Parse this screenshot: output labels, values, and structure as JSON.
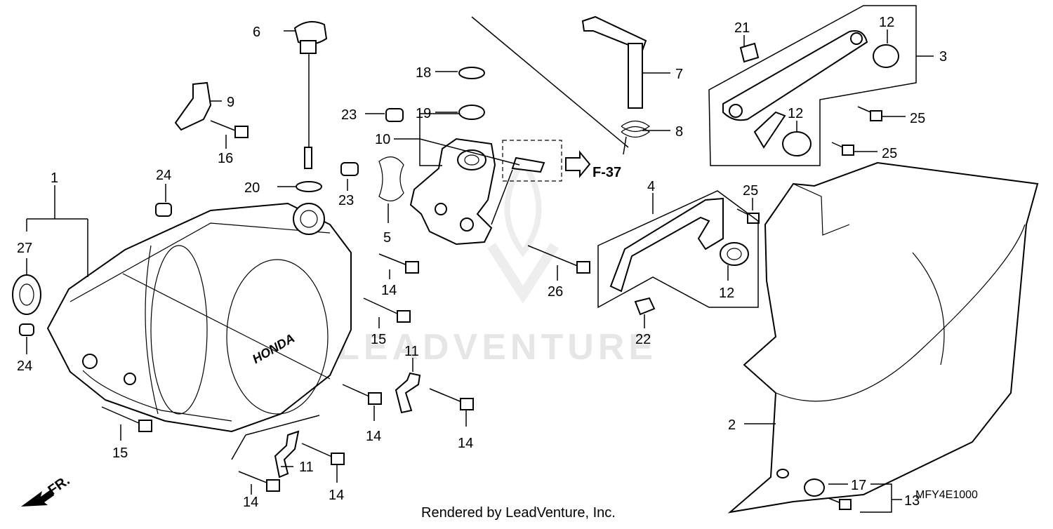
{
  "labels": [
    "1",
    "2",
    "3",
    "4",
    "5",
    "6",
    "7",
    "8",
    "9",
    "10",
    "11",
    "11",
    "12",
    "12",
    "12",
    "12",
    "13",
    "14",
    "14",
    "14",
    "14",
    "14",
    "14",
    "15",
    "15",
    "16",
    "17",
    "18",
    "19",
    "20",
    "21",
    "22",
    "23",
    "23",
    "24",
    "24",
    "25",
    "25",
    "25",
    "26",
    "27"
  ],
  "ref_callout": "F-37",
  "front_marker": "FR.",
  "diagram_code": "MFY4E1000",
  "watermark": "LEADVENTURE",
  "credit": "Rendered by LeadVenture, Inc."
}
